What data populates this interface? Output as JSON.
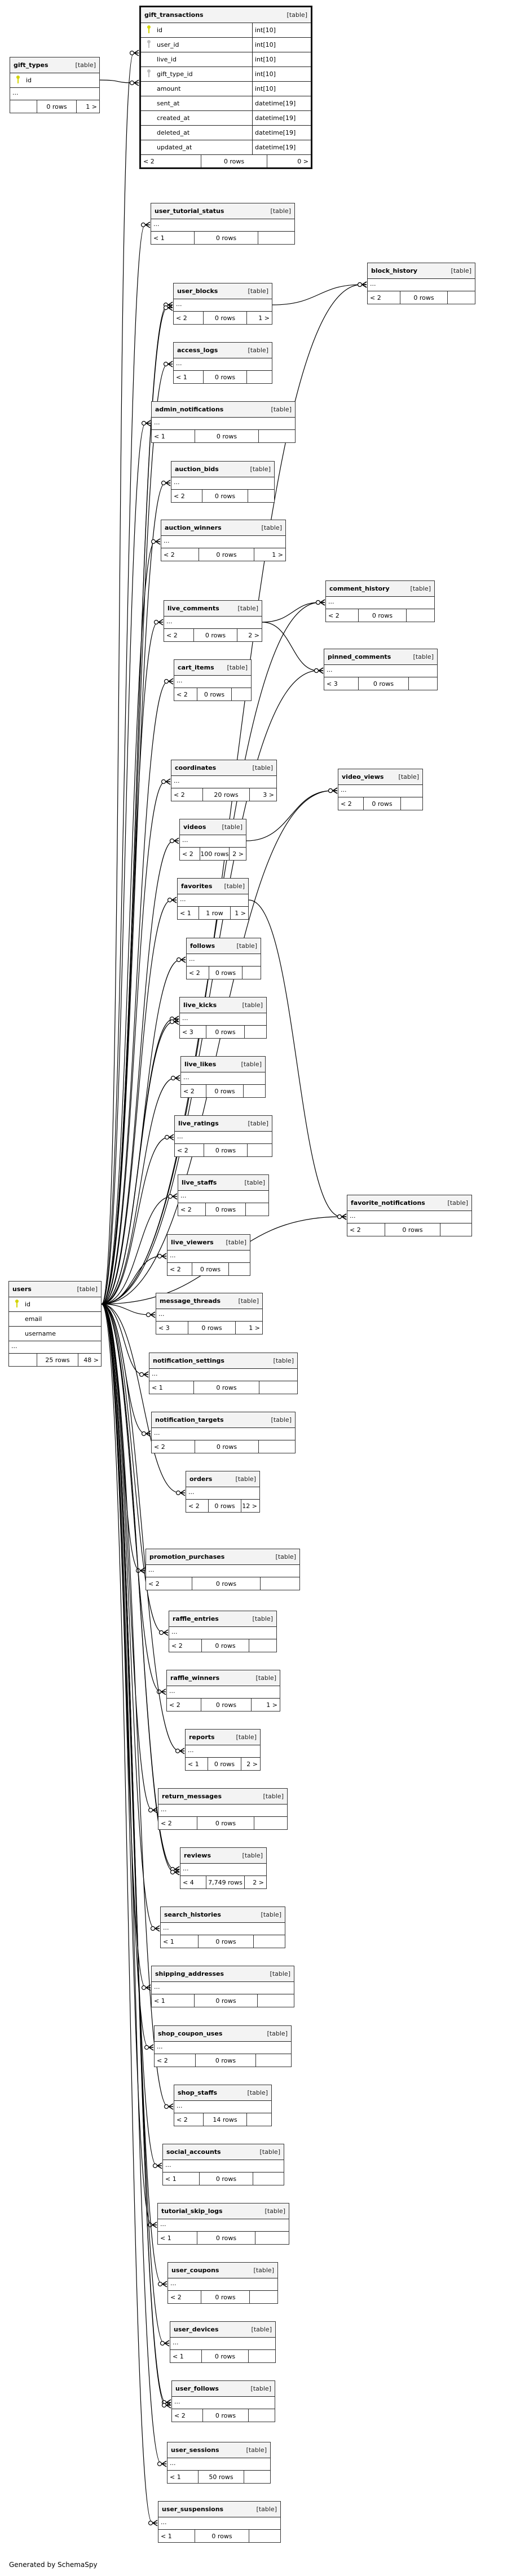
{
  "diagram": {
    "footer": "Generated by SchemaSpy",
    "type_label": "[table]",
    "ellipsis": "...",
    "icons": {
      "primary_key": "key-icon-yellow",
      "foreign_key": "key-icon-gray"
    },
    "colors": {
      "primary_key": "#d4d400",
      "foreign_key": "#bdbdbd",
      "header_bg": "#f3f3f3",
      "border": "#333333"
    },
    "tables": [
      {
        "id": "gift_types",
        "name": "gift_types",
        "columns": [
          {
            "name": "id",
            "key": "pk"
          }
        ],
        "parents": "",
        "rows": "0 rows",
        "children": "1 >"
      },
      {
        "id": "gift_transactions",
        "name": "gift_transactions",
        "focus": true,
        "columns": [
          {
            "name": "id",
            "type": "int[10]",
            "key": "pk"
          },
          {
            "name": "user_id",
            "type": "int[10]",
            "key": "fk"
          },
          {
            "name": "live_id",
            "type": "int[10]",
            "key": ""
          },
          {
            "name": "gift_type_id",
            "type": "int[10]",
            "key": "fk"
          },
          {
            "name": "amount",
            "type": "int[10]",
            "key": ""
          },
          {
            "name": "sent_at",
            "type": "datetime[19]",
            "key": ""
          },
          {
            "name": "created_at",
            "type": "datetime[19]",
            "key": ""
          },
          {
            "name": "deleted_at",
            "type": "datetime[19]",
            "key": ""
          },
          {
            "name": "updated_at",
            "type": "datetime[19]",
            "key": ""
          }
        ],
        "parents": "< 2",
        "rows": "0 rows",
        "children": "0 >"
      },
      {
        "id": "users",
        "name": "users",
        "columns": [
          {
            "name": "id",
            "key": "pk"
          },
          {
            "name": "email",
            "key": ""
          },
          {
            "name": "username",
            "key": ""
          }
        ],
        "ellipsis": true,
        "parents": "",
        "rows": "25 rows",
        "children": "48 >"
      },
      {
        "id": "user_tutorial_status",
        "name": "user_tutorial_status",
        "parents": "< 1",
        "rows": "0 rows",
        "children": ""
      },
      {
        "id": "user_blocks",
        "name": "user_blocks",
        "parents": "< 2",
        "rows": "0 rows",
        "children": "1 >"
      },
      {
        "id": "block_history",
        "name": "block_history",
        "parents": "< 2",
        "rows": "0 rows",
        "children": ""
      },
      {
        "id": "access_logs",
        "name": "access_logs",
        "parents": "< 1",
        "rows": "0 rows",
        "children": ""
      },
      {
        "id": "admin_notifications",
        "name": "admin_notifications",
        "parents": "< 1",
        "rows": "0 rows",
        "children": ""
      },
      {
        "id": "auction_bids",
        "name": "auction_bids",
        "parents": "< 2",
        "rows": "0 rows",
        "children": ""
      },
      {
        "id": "auction_winners",
        "name": "auction_winners",
        "parents": "< 2",
        "rows": "0 rows",
        "children": "1 >"
      },
      {
        "id": "comment_history",
        "name": "comment_history",
        "parents": "< 2",
        "rows": "0 rows",
        "children": ""
      },
      {
        "id": "live_comments",
        "name": "live_comments",
        "parents": "< 2",
        "rows": "0 rows",
        "children": "2 >"
      },
      {
        "id": "pinned_comments",
        "name": "pinned_comments",
        "parents": "< 3",
        "rows": "0 rows",
        "children": ""
      },
      {
        "id": "cart_items",
        "name": "cart_items",
        "parents": "< 2",
        "rows": "0 rows",
        "children": ""
      },
      {
        "id": "coordinates",
        "name": "coordinates",
        "parents": "< 2",
        "rows": "20 rows",
        "children": "3 >"
      },
      {
        "id": "video_views",
        "name": "video_views",
        "parents": "< 2",
        "rows": "0 rows",
        "children": ""
      },
      {
        "id": "videos",
        "name": "videos",
        "parents": "< 2",
        "rows": "100 rows",
        "children": "2 >"
      },
      {
        "id": "favorites",
        "name": "favorites",
        "parents": "< 1",
        "rows": "1 row",
        "children": "1 >"
      },
      {
        "id": "follows",
        "name": "follows",
        "parents": "< 2",
        "rows": "0 rows",
        "children": ""
      },
      {
        "id": "live_kicks",
        "name": "live_kicks",
        "parents": "< 3",
        "rows": "0 rows",
        "children": ""
      },
      {
        "id": "live_likes",
        "name": "live_likes",
        "parents": "< 2",
        "rows": "0 rows",
        "children": ""
      },
      {
        "id": "live_ratings",
        "name": "live_ratings",
        "parents": "< 2",
        "rows": "0 rows",
        "children": ""
      },
      {
        "id": "live_staffs",
        "name": "live_staffs",
        "parents": "< 2",
        "rows": "0 rows",
        "children": ""
      },
      {
        "id": "favorite_notifications",
        "name": "favorite_notifications",
        "parents": "< 2",
        "rows": "0 rows",
        "children": ""
      },
      {
        "id": "live_viewers",
        "name": "live_viewers",
        "parents": "< 2",
        "rows": "0 rows",
        "children": ""
      },
      {
        "id": "message_threads",
        "name": "message_threads",
        "parents": "< 3",
        "rows": "0 rows",
        "children": "1 >"
      },
      {
        "id": "notification_settings",
        "name": "notification_settings",
        "parents": "< 1",
        "rows": "0 rows",
        "children": ""
      },
      {
        "id": "notification_targets",
        "name": "notification_targets",
        "parents": "< 2",
        "rows": "0 rows",
        "children": ""
      },
      {
        "id": "orders",
        "name": "orders",
        "parents": "< 2",
        "rows": "0 rows",
        "children": "12 >"
      },
      {
        "id": "promotion_purchases",
        "name": "promotion_purchases",
        "parents": "< 2",
        "rows": "0 rows",
        "children": ""
      },
      {
        "id": "raffle_entries",
        "name": "raffle_entries",
        "parents": "< 2",
        "rows": "0 rows",
        "children": ""
      },
      {
        "id": "raffle_winners",
        "name": "raffle_winners",
        "parents": "< 2",
        "rows": "0 rows",
        "children": "1 >"
      },
      {
        "id": "reports",
        "name": "reports",
        "parents": "< 1",
        "rows": "0 rows",
        "children": "2 >"
      },
      {
        "id": "return_messages",
        "name": "return_messages",
        "parents": "< 2",
        "rows": "0 rows",
        "children": ""
      },
      {
        "id": "reviews",
        "name": "reviews",
        "parents": "< 4",
        "rows": "7,749 rows",
        "children": "2 >"
      },
      {
        "id": "search_histories",
        "name": "search_histories",
        "parents": "< 1",
        "rows": "0 rows",
        "children": ""
      },
      {
        "id": "shipping_addresses",
        "name": "shipping_addresses",
        "parents": "< 1",
        "rows": "0 rows",
        "children": ""
      },
      {
        "id": "shop_coupon_uses",
        "name": "shop_coupon_uses",
        "parents": "< 2",
        "rows": "0 rows",
        "children": ""
      },
      {
        "id": "shop_staffs",
        "name": "shop_staffs",
        "parents": "< 2",
        "rows": "14 rows",
        "children": ""
      },
      {
        "id": "social_accounts",
        "name": "social_accounts",
        "parents": "< 1",
        "rows": "0 rows",
        "children": ""
      },
      {
        "id": "tutorial_skip_logs",
        "name": "tutorial_skip_logs",
        "parents": "< 1",
        "rows": "0 rows",
        "children": ""
      },
      {
        "id": "user_coupons",
        "name": "user_coupons",
        "parents": "< 2",
        "rows": "0 rows",
        "children": ""
      },
      {
        "id": "user_devices",
        "name": "user_devices",
        "parents": "< 1",
        "rows": "0 rows",
        "children": ""
      },
      {
        "id": "user_follows",
        "name": "user_follows",
        "parents": "< 2",
        "rows": "0 rows",
        "children": ""
      },
      {
        "id": "user_sessions",
        "name": "user_sessions",
        "parents": "< 1",
        "rows": "50 rows",
        "children": ""
      },
      {
        "id": "user_suspensions",
        "name": "user_suspensions",
        "parents": "< 1",
        "rows": "0 rows",
        "children": ""
      }
    ],
    "relationships": [
      {
        "from": "gift_types",
        "to": "gift_transactions"
      },
      {
        "from": "users",
        "to": "gift_transactions"
      },
      {
        "from": "users",
        "to": "user_tutorial_status"
      },
      {
        "from": "users",
        "to": "user_blocks"
      },
      {
        "from": "users",
        "to": "user_blocks"
      },
      {
        "from": "user_blocks",
        "to": "block_history"
      },
      {
        "from": "users",
        "to": "block_history"
      },
      {
        "from": "users",
        "to": "access_logs"
      },
      {
        "from": "users",
        "to": "admin_notifications"
      },
      {
        "from": "users",
        "to": "auction_bids"
      },
      {
        "from": "users",
        "to": "auction_winners"
      },
      {
        "from": "live_comments",
        "to": "comment_history"
      },
      {
        "from": "users",
        "to": "comment_history"
      },
      {
        "from": "users",
        "to": "live_comments"
      },
      {
        "from": "live_comments",
        "to": "pinned_comments"
      },
      {
        "from": "users",
        "to": "pinned_comments"
      },
      {
        "from": "users",
        "to": "cart_items"
      },
      {
        "from": "users",
        "to": "coordinates"
      },
      {
        "from": "videos",
        "to": "video_views"
      },
      {
        "from": "users",
        "to": "video_views"
      },
      {
        "from": "users",
        "to": "videos"
      },
      {
        "from": "users",
        "to": "favorites"
      },
      {
        "from": "favorites",
        "to": "favorite_notifications"
      },
      {
        "from": "users",
        "to": "favorite_notifications"
      },
      {
        "from": "users",
        "to": "follows"
      },
      {
        "from": "users",
        "to": "live_kicks"
      },
      {
        "from": "users",
        "to": "live_kicks"
      },
      {
        "from": "users",
        "to": "live_likes"
      },
      {
        "from": "users",
        "to": "live_ratings"
      },
      {
        "from": "users",
        "to": "live_staffs"
      },
      {
        "from": "users",
        "to": "live_viewers"
      },
      {
        "from": "users",
        "to": "message_threads"
      },
      {
        "from": "users",
        "to": "notification_settings"
      },
      {
        "from": "users",
        "to": "notification_targets"
      },
      {
        "from": "users",
        "to": "orders"
      },
      {
        "from": "users",
        "to": "promotion_purchases"
      },
      {
        "from": "users",
        "to": "raffle_entries"
      },
      {
        "from": "users",
        "to": "raffle_winners"
      },
      {
        "from": "users",
        "to": "reports"
      },
      {
        "from": "users",
        "to": "return_messages"
      },
      {
        "from": "users",
        "to": "reviews"
      },
      {
        "from": "users",
        "to": "reviews"
      },
      {
        "from": "users",
        "to": "search_histories"
      },
      {
        "from": "users",
        "to": "shipping_addresses"
      },
      {
        "from": "users",
        "to": "shop_coupon_uses"
      },
      {
        "from": "users",
        "to": "shop_staffs"
      },
      {
        "from": "users",
        "to": "social_accounts"
      },
      {
        "from": "users",
        "to": "tutorial_skip_logs"
      },
      {
        "from": "users",
        "to": "user_coupons"
      },
      {
        "from": "users",
        "to": "user_devices"
      },
      {
        "from": "users",
        "to": "user_follows"
      },
      {
        "from": "users",
        "to": "user_follows"
      },
      {
        "from": "users",
        "to": "user_sessions"
      },
      {
        "from": "users",
        "to": "user_suspensions"
      }
    ]
  }
}
